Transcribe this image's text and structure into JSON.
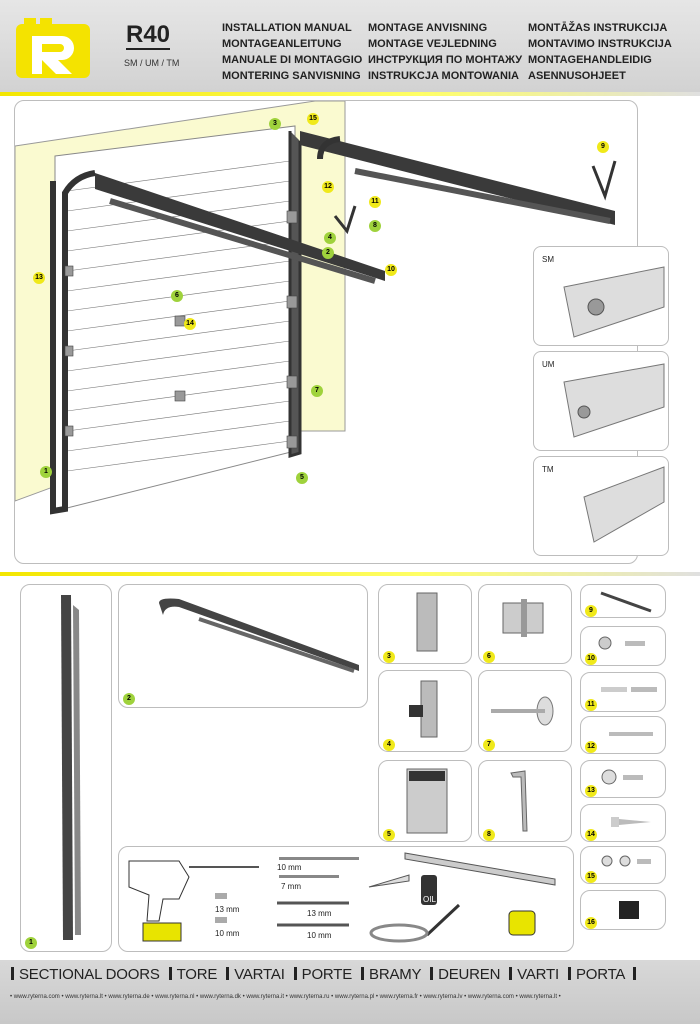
{
  "header": {
    "logo_letter": "R",
    "model": "R40",
    "model_sub": "SM / UM / TM",
    "titles_col1": [
      "INSTALLATION MANUAL",
      "MONTAGEANLEITUNG",
      "MANUALE DI MONTAGGIO",
      "MONTERING SANVISNING"
    ],
    "titles_col2": [
      "MONTAGE ANVISNING",
      "MONTAGE VEJLEDNING",
      "ИНСТРУКЦИЯ ПО МОНТАЖУ",
      "INSTRUKCJA MONTOWANIA"
    ],
    "titles_col3": [
      "MONTĀŽAS INSTRUKCIJA",
      "MONTAVIMO INSTRUKCIJA",
      "MONTAGEHANDLEIDIG",
      "ASENNUSOHJEET"
    ]
  },
  "diagram": {
    "callouts": [
      "1",
      "2",
      "3",
      "4",
      "5",
      "6",
      "7",
      "8",
      "9",
      "10",
      "11",
      "12",
      "13",
      "14",
      "15"
    ],
    "variants": [
      "SM",
      "UM",
      "TM"
    ]
  },
  "parts": {
    "labels": [
      "1",
      "2",
      "3",
      "4",
      "5",
      "6",
      "7",
      "8",
      "9",
      "10",
      "11",
      "12",
      "13",
      "14",
      "15",
      "16"
    ],
    "tools": {
      "drill_bit_1": "10 mm",
      "drill_bit_2": "7 mm",
      "socket_1": "13 mm",
      "socket_2": "10 mm",
      "wrench_1": "13 mm",
      "wrench_2": "10 mm",
      "oil": "OIL"
    }
  },
  "footer": {
    "words": [
      "SECTIONAL DOORS",
      "TORE",
      "VARTAI",
      "PORTE",
      "BRAMY",
      "DEUREN",
      "VARTI",
      "PORTA"
    ],
    "sites": "• www.ryterna.com • www.ryterna.lt • www.ryterna.de • www.ryterna.nl • www.ryterna.dk • www.ryterna.it • www.ryterna.ru • www.ryterna.pl • www.ryterna.fr • www.ryterna.lv • www.ryterna.com • www.ryterna.lt •"
  },
  "colors": {
    "accent_yellow": "#f0e91a",
    "callout_green": "#9fd23c",
    "dark": "#222222"
  }
}
